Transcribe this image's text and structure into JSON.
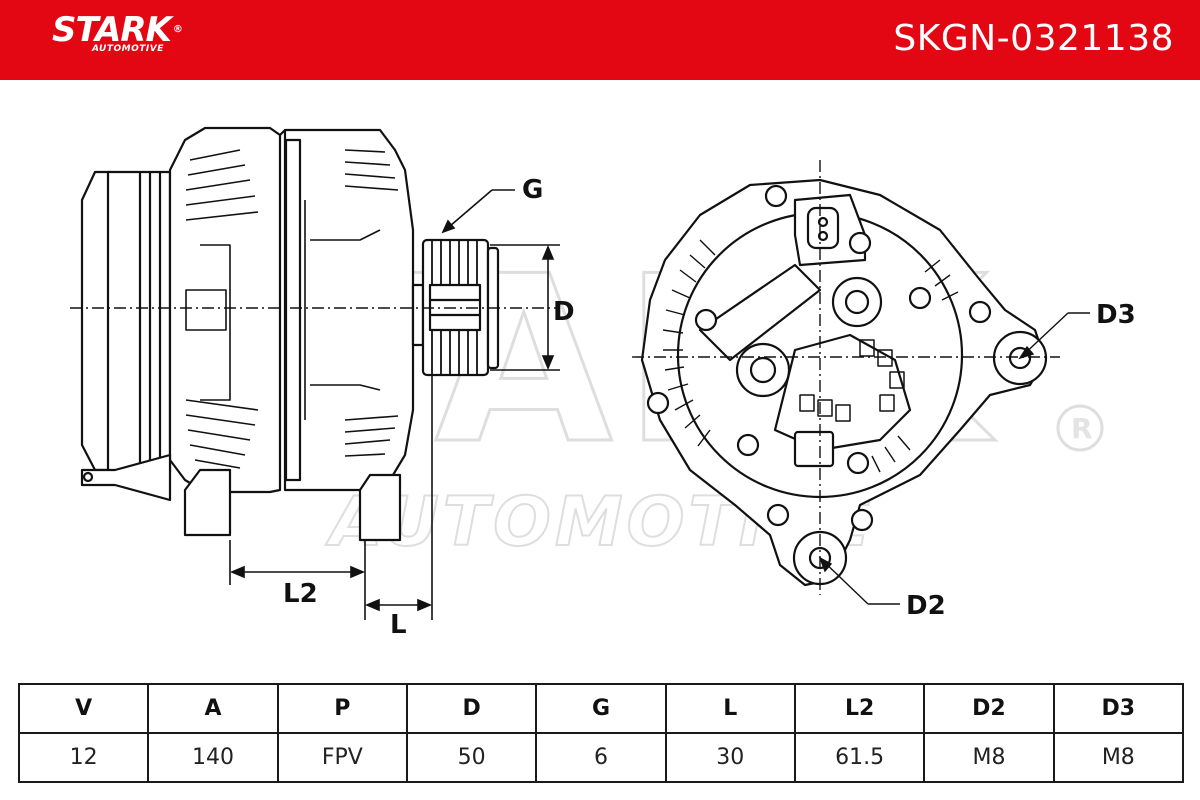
{
  "header": {
    "brand": "STARK",
    "brand_sub": "AUTOMOTIVE",
    "registered": "®",
    "part_number": "SKGN-0321138",
    "color": "#e30613"
  },
  "watermark": {
    "main": "STARK",
    "sub": "AUTOMOTIVE",
    "registered": "®"
  },
  "drawing_labels": {
    "g": "G",
    "d": "D",
    "l2": "L2",
    "l": "L",
    "d3": "D3",
    "d2": "D2"
  },
  "spec_table": {
    "headers": [
      "V",
      "A",
      "P",
      "D",
      "G",
      "L",
      "L2",
      "D2",
      "D3"
    ],
    "values": [
      "12",
      "140",
      "FPV",
      "50",
      "6",
      "30",
      "61.5",
      "M8",
      "M8"
    ]
  }
}
